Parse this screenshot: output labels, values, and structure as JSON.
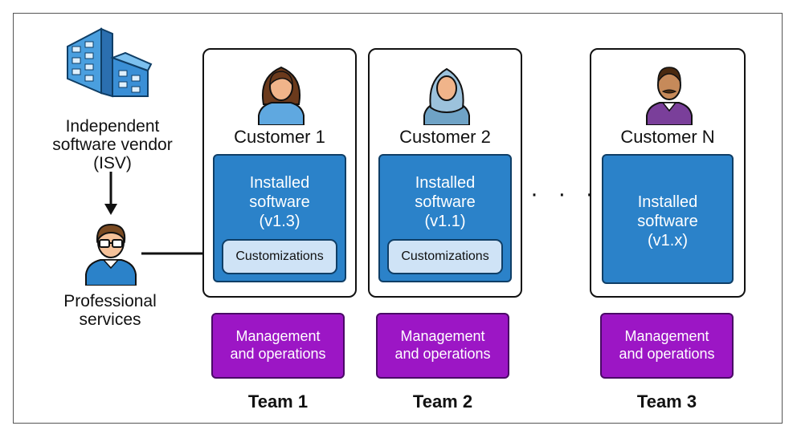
{
  "vendor": {
    "label_lines": [
      "Independent",
      "software vendor",
      "(ISV)"
    ],
    "icon": "building-icon"
  },
  "services": {
    "label_lines": [
      "Professional",
      "services"
    ],
    "icon": "person-with-glasses-icon"
  },
  "customers": [
    {
      "name": "Customer 1",
      "software_lines": [
        "Installed",
        "software",
        "(v1.3)"
      ],
      "customizations": "Customizations",
      "icon": "woman-icon"
    },
    {
      "name": "Customer 2",
      "software_lines": [
        "Installed",
        "software",
        "(v1.1)"
      ],
      "customizations": "Customizations",
      "icon": "woman-hijab-icon"
    },
    {
      "name": "Customer N",
      "software_lines": [
        "Installed",
        "software",
        "(v1.x)"
      ],
      "customizations": null,
      "icon": "man-mustache-icon"
    }
  ],
  "ellipsis": "· · ·",
  "management": {
    "lines": [
      "Management",
      "and operations"
    ]
  },
  "teams": [
    "Team 1",
    "Team 2",
    "Team 3"
  ],
  "colors": {
    "software_blue": "#2b82c9",
    "customization_light": "#cfe3f6",
    "management_purple": "#9c16c5",
    "dark_border": "#0f3e66"
  }
}
